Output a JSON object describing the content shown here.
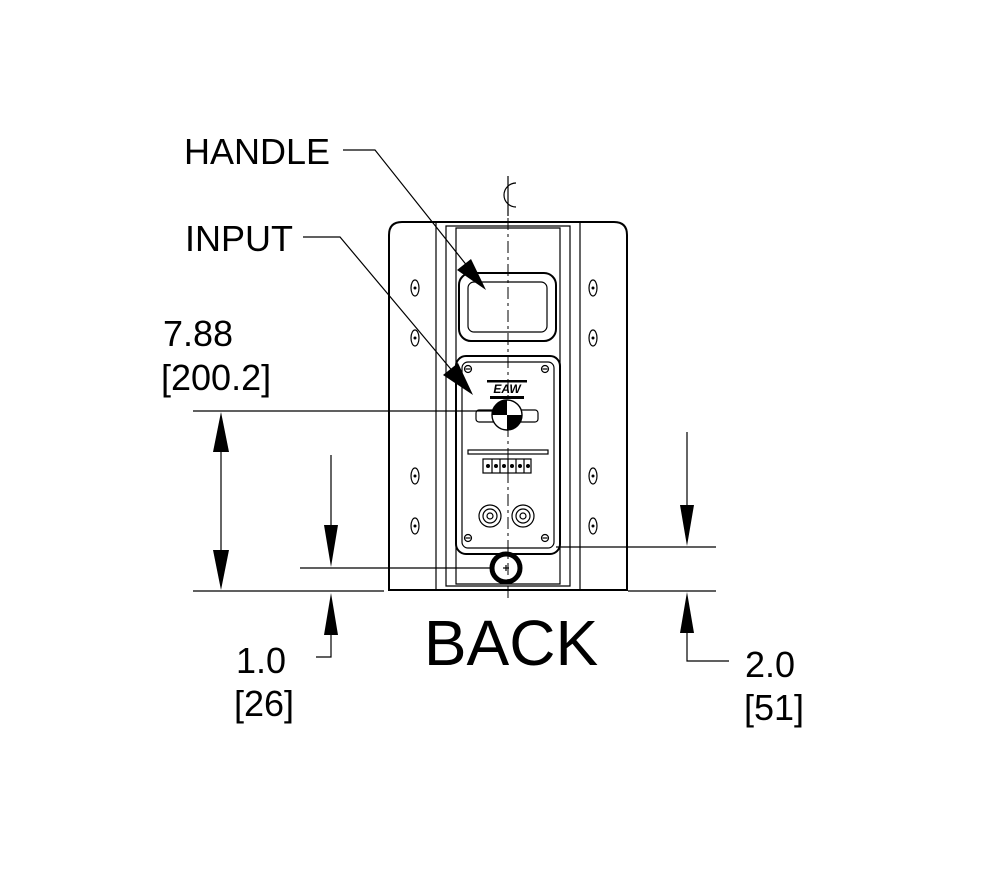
{
  "labels": {
    "handle": "HANDLE",
    "input": "INPUT",
    "view_title": "BACK",
    "brand": "EAW"
  },
  "dimensions": {
    "height_in": "7.88",
    "height_mm": "[200.2]",
    "left_offset_in": "1.0",
    "left_offset_mm": "[26]",
    "right_offset_in": "2.0",
    "right_offset_mm": "[51]"
  }
}
